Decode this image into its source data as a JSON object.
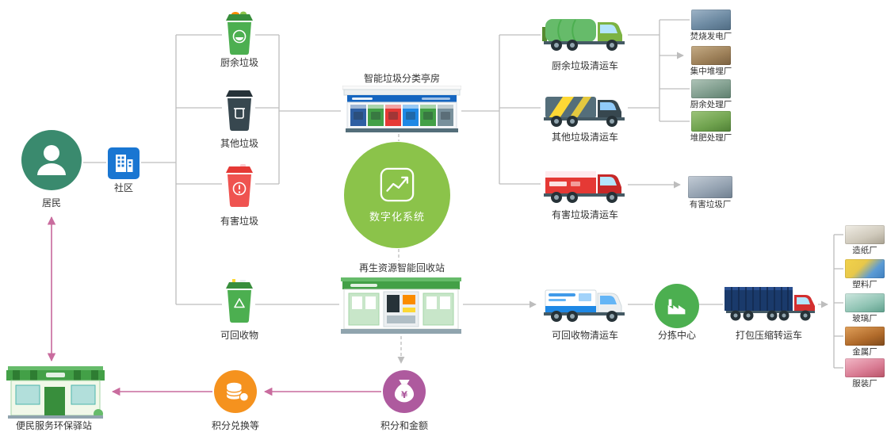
{
  "nodes": {
    "resident": {
      "label": "居民"
    },
    "community": {
      "label": "社区"
    },
    "bins": [
      {
        "label": "厨余垃圾",
        "color": "#4CAF50"
      },
      {
        "label": "其他垃圾",
        "color": "#37474F"
      },
      {
        "label": "有害垃圾",
        "color": "#EF5350"
      },
      {
        "label": "可回收物",
        "color": "#4CAF50"
      }
    ],
    "kiosk": {
      "label": "智能垃圾分类亭房"
    },
    "digital_system": {
      "label": "数字化系统"
    },
    "recycle_station": {
      "label": "再生资源智能回收站"
    },
    "trucks": [
      {
        "label": "厨余垃圾清运车"
      },
      {
        "label": "其他垃圾清运车"
      },
      {
        "label": "有害垃圾清运车"
      },
      {
        "label": "可回收物清运车"
      }
    ],
    "treatment_plants": [
      {
        "label": "焚烧发电厂"
      },
      {
        "label": "集中堆埋厂"
      },
      {
        "label": "厨余处理厂"
      },
      {
        "label": "堆肥处理厂"
      },
      {
        "label": "有害垃圾厂"
      }
    ],
    "sorting_center": {
      "label": "分拣中心"
    },
    "transfer_truck": {
      "label": "打包压缩转运车"
    },
    "factories": [
      {
        "label": "造纸厂"
      },
      {
        "label": "塑料厂"
      },
      {
        "label": "玻璃厂"
      },
      {
        "label": "金属厂"
      },
      {
        "label": "服装厂"
      }
    ],
    "service_station": {
      "label": "便民服务环保驿站"
    },
    "points_exchange": {
      "label": "积分兑换等"
    },
    "points_amount": {
      "label": "积分和金额"
    }
  },
  "icons": {
    "yuan": "¥"
  },
  "colors": {
    "resident_green": "#3A8A6E",
    "community_blue": "#1976D2",
    "digital_green": "#8BC34A",
    "sorting_green": "#4CAF50",
    "points_orange": "#F5921E",
    "points_purple": "#AE5A9E",
    "arrow_pink": "#C96C9E",
    "line_gray": "#BDBDBD"
  }
}
